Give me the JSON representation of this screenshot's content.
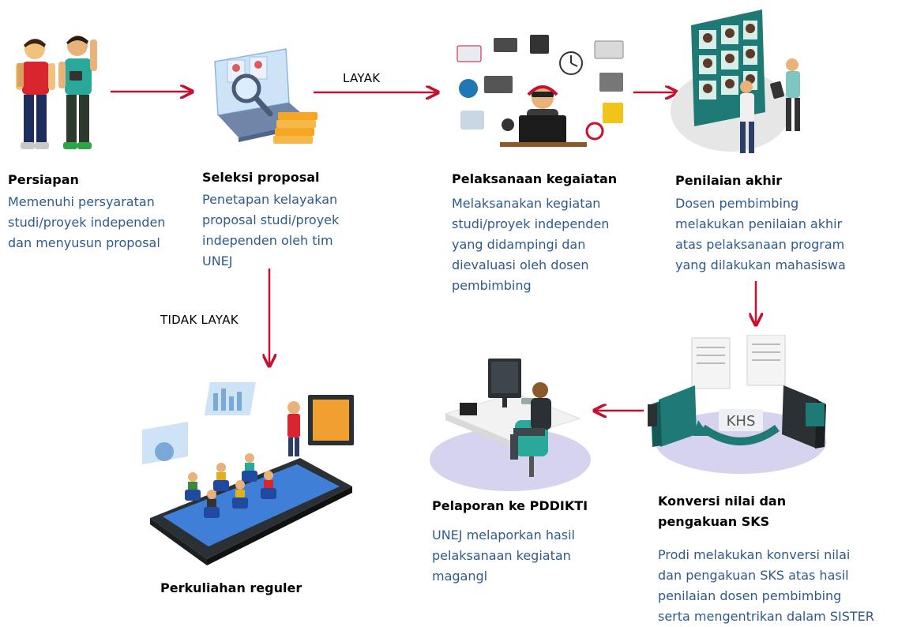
{
  "colors": {
    "arrow": "#c8102e",
    "description_text": "#2e5a8c",
    "title_text": "#000000",
    "accent_lavender": "#d6d3ee",
    "accent_teal": "#1f7a75"
  },
  "edges": {
    "layak": "LAYAK",
    "tidak_layak": "TIDAK LAYAK"
  },
  "steps": {
    "persiapan": {
      "title": "Persiapan",
      "description": "Memenuhi persyaratan\nstudi/proyek independen\ndan menyusun proposal",
      "illustration": "two-students-illustration"
    },
    "seleksi": {
      "title": "Seleksi proposal",
      "description": "Penetapan kelayakan\nproposal studi/proyek\nindependen oleh tim\nUNEJ",
      "illustration": "laptop-magnifier-illustration"
    },
    "pelaksanaan": {
      "title": "Pelaksanaan kegaiatan",
      "description": "Melaksanakan kegiatan\nstudi/proyek independen\nyang didampingi dan\ndievaluasi oleh dosen\npembimbing",
      "illustration": "person-with-icons-illustration"
    },
    "penilaian": {
      "title": "Penilaian akhir",
      "description": "Dosen pembimbing\nmelakukan penilaian akhir\natas pelaksanaan program\nyang dilakukan mahasiswa",
      "illustration": "video-call-board-illustration"
    },
    "konversi": {
      "title": "Konversi nilai dan\npengakuan SKS",
      "description": "Prodi melakukan konversi nilai\ndan pengakuan SKS atas hasil\npenilaian dosen pembimbing\nserta mengentrikan dalam SISTER",
      "badge": "KHS",
      "illustration": "khs-transfer-illustration"
    },
    "pelaporan": {
      "title": "Pelaporan ke PDDIKTI",
      "description": "UNEJ melaporkan hasil\npelaksanaan kegiatan\nmagangl",
      "illustration": "desk-worker-illustration"
    },
    "perkuliahan": {
      "title": "Perkuliahan reguler",
      "illustration": "classroom-tablet-illustration"
    }
  }
}
